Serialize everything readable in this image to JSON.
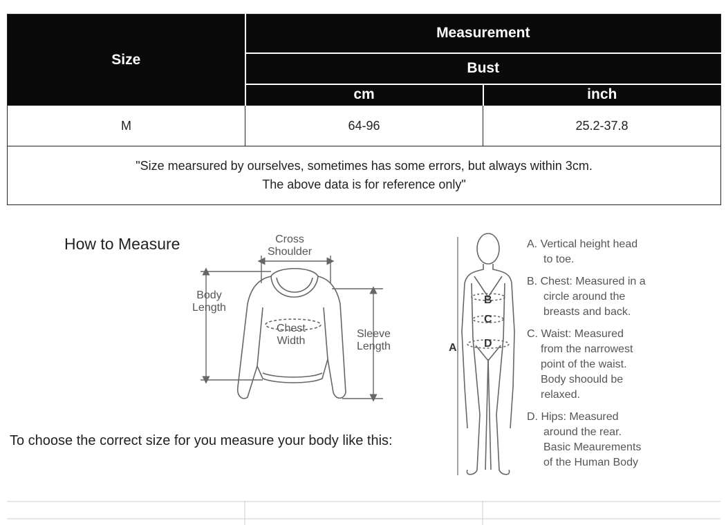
{
  "table": {
    "size_header": "Size",
    "measurement_header": "Measurement",
    "bust_header": "Bust",
    "cm_header": "cm",
    "inch_header": "inch",
    "rows": [
      {
        "size": "M",
        "cm": "64-96",
        "inch": "25.2-37.8"
      }
    ],
    "note_line1": "\"Size mearsured by ourselves, sometimes has some errors, but always within 3cm.",
    "note_line2": "The above data is for reference only\""
  },
  "guide": {
    "title": "How to Measure",
    "cross_shoulder": [
      "Cross",
      "Shoulder"
    ],
    "body_length": [
      "Body",
      "Length"
    ],
    "chest_width": [
      "Chest",
      "Width"
    ],
    "sleeve_length": [
      "Sleeve",
      "Length"
    ],
    "choose_text": "To choose the correct size for you measure your body like this:",
    "body_letters": {
      "a": "A",
      "b": "B",
      "c": "C",
      "d": "D"
    },
    "steps": {
      "a": [
        "A. Vertical height head",
        "to toe."
      ],
      "b": [
        "B. Chest: Measured in a",
        "circle around the",
        "breasts and back."
      ],
      "c": [
        "C. Waist: Measured",
        "from the narrowest",
        "point of the waist.",
        "Body shoould be",
        "relaxed."
      ],
      "d": [
        "D. Hips: Measured",
        "around the rear.",
        "Basic Meaurements",
        "of the Human Body"
      ]
    }
  }
}
